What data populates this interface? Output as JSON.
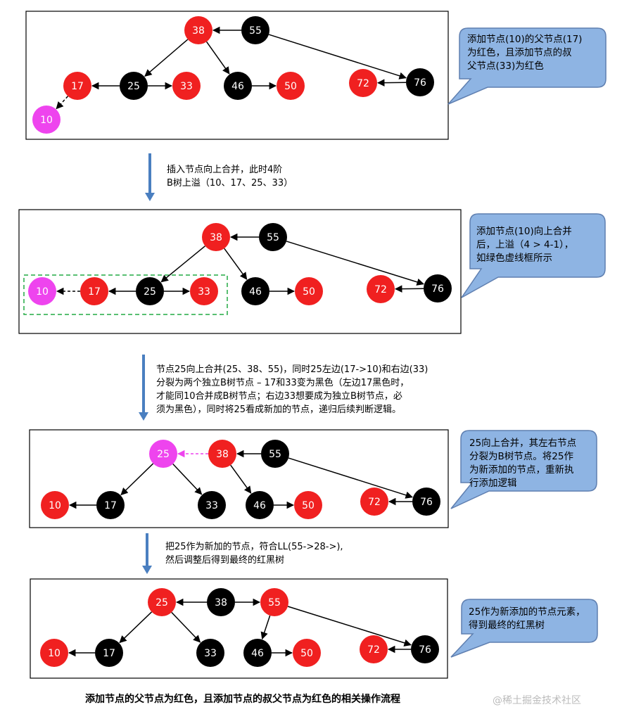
{
  "colors": {
    "red": "#f02020",
    "black": "#000000",
    "magenta": "#ee44ee",
    "arrow": "#4a7fc0",
    "callout_fill": "#8eb4e3",
    "callout_stroke": "#5f7fb0",
    "dashed_box": "#22aa44"
  },
  "panels": [
    {
      "nodes": [
        {
          "id": "38",
          "label": "38",
          "color": "red"
        },
        {
          "id": "55",
          "label": "55",
          "color": "black"
        },
        {
          "id": "17",
          "label": "17",
          "color": "red"
        },
        {
          "id": "25",
          "label": "25",
          "color": "black"
        },
        {
          "id": "33",
          "label": "33",
          "color": "red"
        },
        {
          "id": "46",
          "label": "46",
          "color": "black"
        },
        {
          "id": "50",
          "label": "50",
          "color": "red"
        },
        {
          "id": "72",
          "label": "72",
          "color": "red"
        },
        {
          "id": "76",
          "label": "76",
          "color": "black"
        },
        {
          "id": "10",
          "label": "10",
          "color": "magenta"
        }
      ],
      "edges": [
        {
          "from": "55",
          "to": "38"
        },
        {
          "from": "38",
          "to": "25"
        },
        {
          "from": "38",
          "to": "46"
        },
        {
          "from": "25",
          "to": "17"
        },
        {
          "from": "25",
          "to": "33"
        },
        {
          "from": "46",
          "to": "50"
        },
        {
          "from": "55",
          "to": "76"
        },
        {
          "from": "76",
          "to": "72"
        },
        {
          "from": "17",
          "to": "10",
          "dashed": true
        }
      ],
      "callout": "添加节点(10)的父节点(17)\n为红色，且添加节点的叔\n父节点(33)为红色"
    },
    {
      "nodes": [
        {
          "id": "38",
          "label": "38",
          "color": "red"
        },
        {
          "id": "55",
          "label": "55",
          "color": "black"
        },
        {
          "id": "10",
          "label": "10",
          "color": "magenta"
        },
        {
          "id": "17",
          "label": "17",
          "color": "red"
        },
        {
          "id": "25",
          "label": "25",
          "color": "black"
        },
        {
          "id": "33",
          "label": "33",
          "color": "red"
        },
        {
          "id": "46",
          "label": "46",
          "color": "black"
        },
        {
          "id": "50",
          "label": "50",
          "color": "red"
        },
        {
          "id": "72",
          "label": "72",
          "color": "red"
        },
        {
          "id": "76",
          "label": "76",
          "color": "black"
        }
      ],
      "edges": [
        {
          "from": "55",
          "to": "38"
        },
        {
          "from": "38",
          "to": "25"
        },
        {
          "from": "38",
          "to": "46"
        },
        {
          "from": "25",
          "to": "17"
        },
        {
          "from": "25",
          "to": "33"
        },
        {
          "from": "17",
          "to": "10",
          "dashed": true
        },
        {
          "from": "46",
          "to": "50"
        },
        {
          "from": "55",
          "to": "76"
        },
        {
          "from": "76",
          "to": "72"
        }
      ],
      "callout": "添加节点(10)向上合并\n后，上溢（4 > 4-1），\n如绿色虚线框所示"
    },
    {
      "nodes": [
        {
          "id": "25",
          "label": "25",
          "color": "magenta"
        },
        {
          "id": "38",
          "label": "38",
          "color": "red"
        },
        {
          "id": "55",
          "label": "55",
          "color": "black"
        },
        {
          "id": "10",
          "label": "10",
          "color": "red"
        },
        {
          "id": "17",
          "label": "17",
          "color": "black"
        },
        {
          "id": "33",
          "label": "33",
          "color": "black"
        },
        {
          "id": "46",
          "label": "46",
          "color": "black"
        },
        {
          "id": "50",
          "label": "50",
          "color": "red"
        },
        {
          "id": "72",
          "label": "72",
          "color": "red"
        },
        {
          "id": "76",
          "label": "76",
          "color": "black"
        }
      ],
      "edges": [
        {
          "from": "38",
          "to": "25",
          "dashed": true,
          "pink": true
        },
        {
          "from": "55",
          "to": "38"
        },
        {
          "from": "25",
          "to": "17"
        },
        {
          "from": "25",
          "to": "33"
        },
        {
          "from": "17",
          "to": "10"
        },
        {
          "from": "38",
          "to": "46"
        },
        {
          "from": "46",
          "to": "50"
        },
        {
          "from": "55",
          "to": "76"
        },
        {
          "from": "76",
          "to": "72"
        }
      ],
      "callout": "25向上合并，其左右节点\n分裂为B树节点。将25作\n为新添加的节点，重新执\n行添加逻辑"
    },
    {
      "nodes": [
        {
          "id": "25",
          "label": "25",
          "color": "red"
        },
        {
          "id": "38",
          "label": "38",
          "color": "black"
        },
        {
          "id": "55",
          "label": "55",
          "color": "red"
        },
        {
          "id": "10",
          "label": "10",
          "color": "red"
        },
        {
          "id": "17",
          "label": "17",
          "color": "black"
        },
        {
          "id": "33",
          "label": "33",
          "color": "black"
        },
        {
          "id": "46",
          "label": "46",
          "color": "black"
        },
        {
          "id": "50",
          "label": "50",
          "color": "red"
        },
        {
          "id": "72",
          "label": "72",
          "color": "red"
        },
        {
          "id": "76",
          "label": "76",
          "color": "black"
        }
      ],
      "edges": [
        {
          "from": "38",
          "to": "25"
        },
        {
          "from": "38",
          "to": "55"
        },
        {
          "from": "25",
          "to": "17"
        },
        {
          "from": "25",
          "to": "33"
        },
        {
          "from": "17",
          "to": "10"
        },
        {
          "from": "55",
          "to": "46"
        },
        {
          "from": "46",
          "to": "50"
        },
        {
          "from": "55",
          "to": "76"
        },
        {
          "from": "76",
          "to": "72"
        }
      ],
      "callout": "25作为新添加的节点元素，\n得到最终的红黑树"
    }
  ],
  "steps": [
    "插入节点向上合并，此时4阶\nB树上溢（10、17、25、33）",
    "节点25向上合并(25、38、55)，同时25左边(17->10)和右边(33)\n分裂为两个独立B树节点 – 17和33变为黑色（左边17黑色时，\n才能同10合并成B树节点；右边33想要成为独立B树节点，必\n须为黑色），同时将25看成新加的节点，递归后续判断逻辑。",
    "把25作为新加的节点，符合LL(55->28->),\n然后调整后得到最终的红黑树"
  ],
  "caption": "添加节点的父节点为红色，且添加节点的叔父节点为红色的相关操作流程",
  "watermark": "@稀土掘金技术社区"
}
